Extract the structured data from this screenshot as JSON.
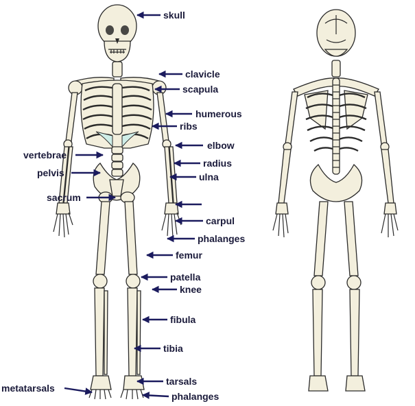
{
  "labels": {
    "skull": "skull",
    "clavicle": "clavicle",
    "scapula": "scapula",
    "humerous": "humerous",
    "ribs": "ribs",
    "elbow": "elbow",
    "radius": "radius",
    "ulna": "ulna",
    "vertebrae": "vertebrae",
    "pelvis": "pelvis",
    "sacrum": "sacrum",
    "carpul": "carpul",
    "phalanges_hand": "phalanges",
    "femur": "femur",
    "patella": "patella",
    "knee": "knee",
    "fibula": "fibula",
    "tibia": "tibia",
    "tarsals": "tarsals",
    "metatarsals": "metatarsals",
    "phalanges_foot": "phalanges"
  },
  "colors": {
    "bone": "#f3efdd",
    "outline": "#2a2a2a",
    "arrow": "#1b1b5e",
    "cartilage": "#cfeee8"
  }
}
